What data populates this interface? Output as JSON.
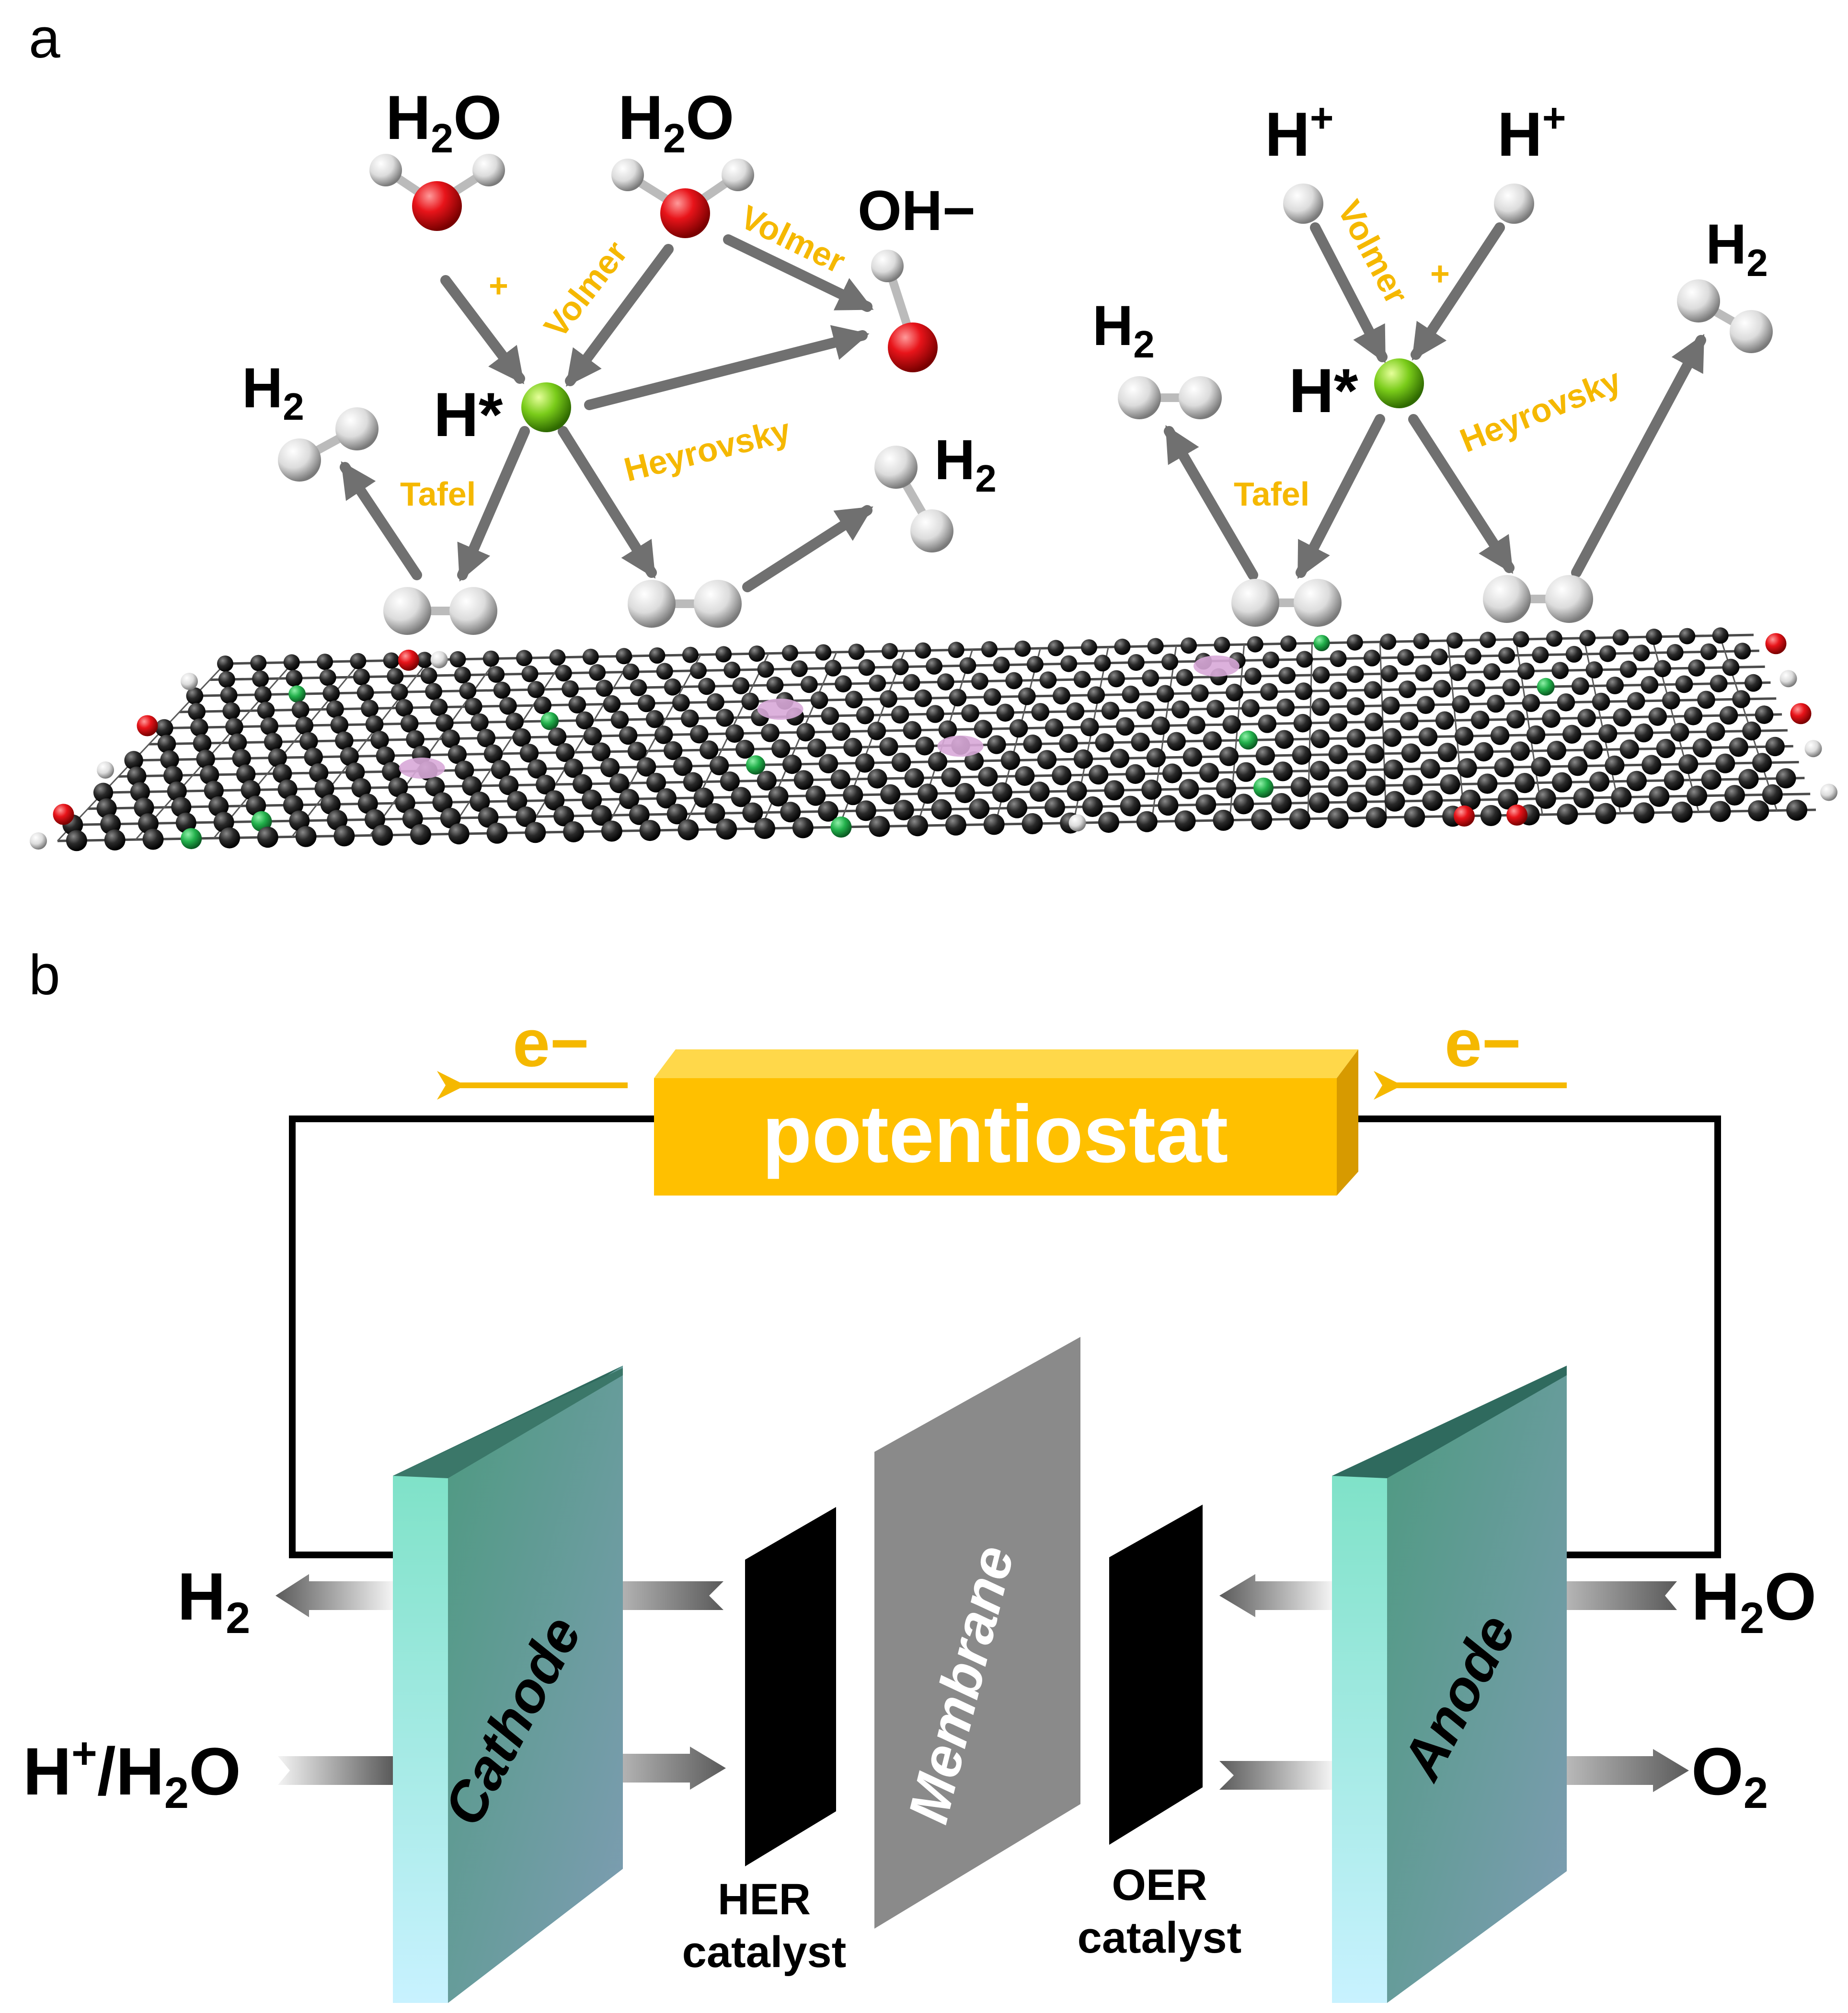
{
  "panel_a": {
    "label": "a",
    "alkaline": {
      "water_left": {
        "main": "H",
        "sub": "2",
        "tail": "O"
      },
      "water_right": {
        "main": "H",
        "sub": "2",
        "tail": "O"
      },
      "hydroxide": "OH−",
      "adsorbed_h": "H*",
      "h2_left": {
        "main": "H",
        "sub": "2"
      },
      "h2_right": {
        "main": "H",
        "sub": "2"
      },
      "steps": {
        "plus": "+",
        "volmer_1": "Volmer",
        "volmer_2": "Volmer",
        "heyrovsky": "Heyrovsky",
        "tafel": "Tafel"
      }
    },
    "acidic": {
      "proton_left": {
        "main": "H",
        "sup": "+"
      },
      "proton_right": {
        "main": "H",
        "sup": "+"
      },
      "adsorbed_h": "H*",
      "h2_left": {
        "main": "H",
        "sub": "2"
      },
      "h2_right": {
        "main": "H",
        "sub": "2"
      },
      "steps": {
        "plus": "+",
        "volmer": "Volmer",
        "heyrovsky": "Heyrovsky",
        "tafel": "Tafel"
      }
    }
  },
  "panel_b": {
    "label": "b",
    "electron_left": "e−",
    "electron_right": "e−",
    "potentiostat": "potentiostat",
    "cathode": "Cathode",
    "anode": "Anode",
    "membrane": "Membrane",
    "her_catalyst": [
      "HER",
      "catalyst"
    ],
    "oer_catalyst": [
      "OER",
      "catalyst"
    ],
    "h2_out": {
      "main": "H",
      "sub": "2"
    },
    "h_in": {
      "a": "H",
      "sup": "+",
      "b": "/H",
      "sub": "2",
      "c": "O"
    },
    "water_in": {
      "main": "H",
      "sub": "2",
      "tail": "O"
    },
    "o2_out": {
      "main": "O",
      "sub": "2"
    }
  },
  "colors": {
    "accent_orange": "#f5b800",
    "oxygen_red": "#e8141a",
    "adsorbed_green": "#7acc1a",
    "carbon": "#2a2a2a",
    "dopant_green": "#22b04b",
    "dopant_pink": "#d8a8d8",
    "arrow_gray": "#707070",
    "electrode_teal": "#4a8f7c",
    "membrane_gray": "#8a8a8a"
  }
}
